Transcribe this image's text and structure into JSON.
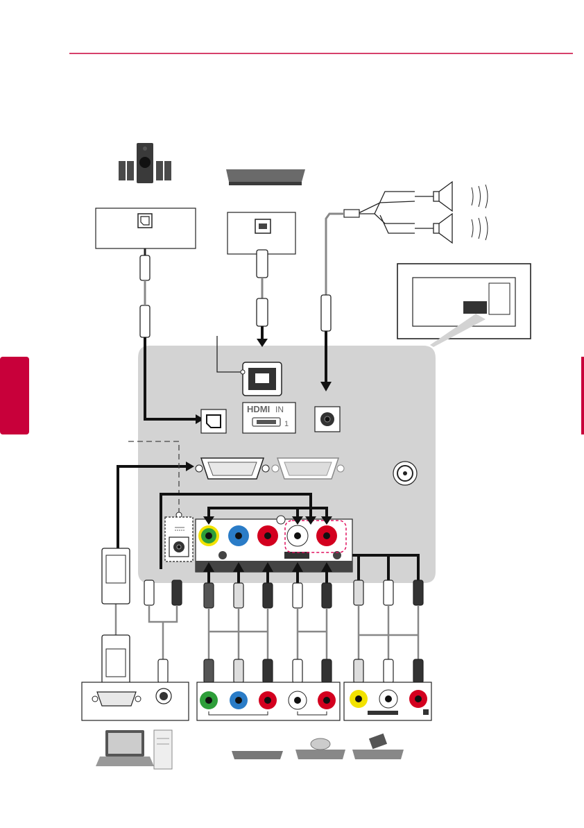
{
  "colors": {
    "accent": "#c8003a",
    "panel": "#d3d3d3",
    "cable": "#888888",
    "dark_cable": "#111111",
    "jack_green": "#2e9e3a",
    "jack_blue": "#2a7cc7",
    "jack_red": "#d3001f",
    "jack_yellow": "#f2e200",
    "jack_white": "#ffffff",
    "dashed_highlight": "#e0115f"
  },
  "panel": {
    "hdmi_logo": "HDMI",
    "hdmi_in": "IN",
    "hdmi_port_number": "1"
  },
  "icons": [
    "speaker-system-icon",
    "network-router-icon",
    "external-speaker-icon",
    "tv-rear-view-icon",
    "laptop-icon",
    "desktop-tower-icon",
    "set-top-box-icon",
    "dvd-player-icon",
    "vcr-icon"
  ]
}
